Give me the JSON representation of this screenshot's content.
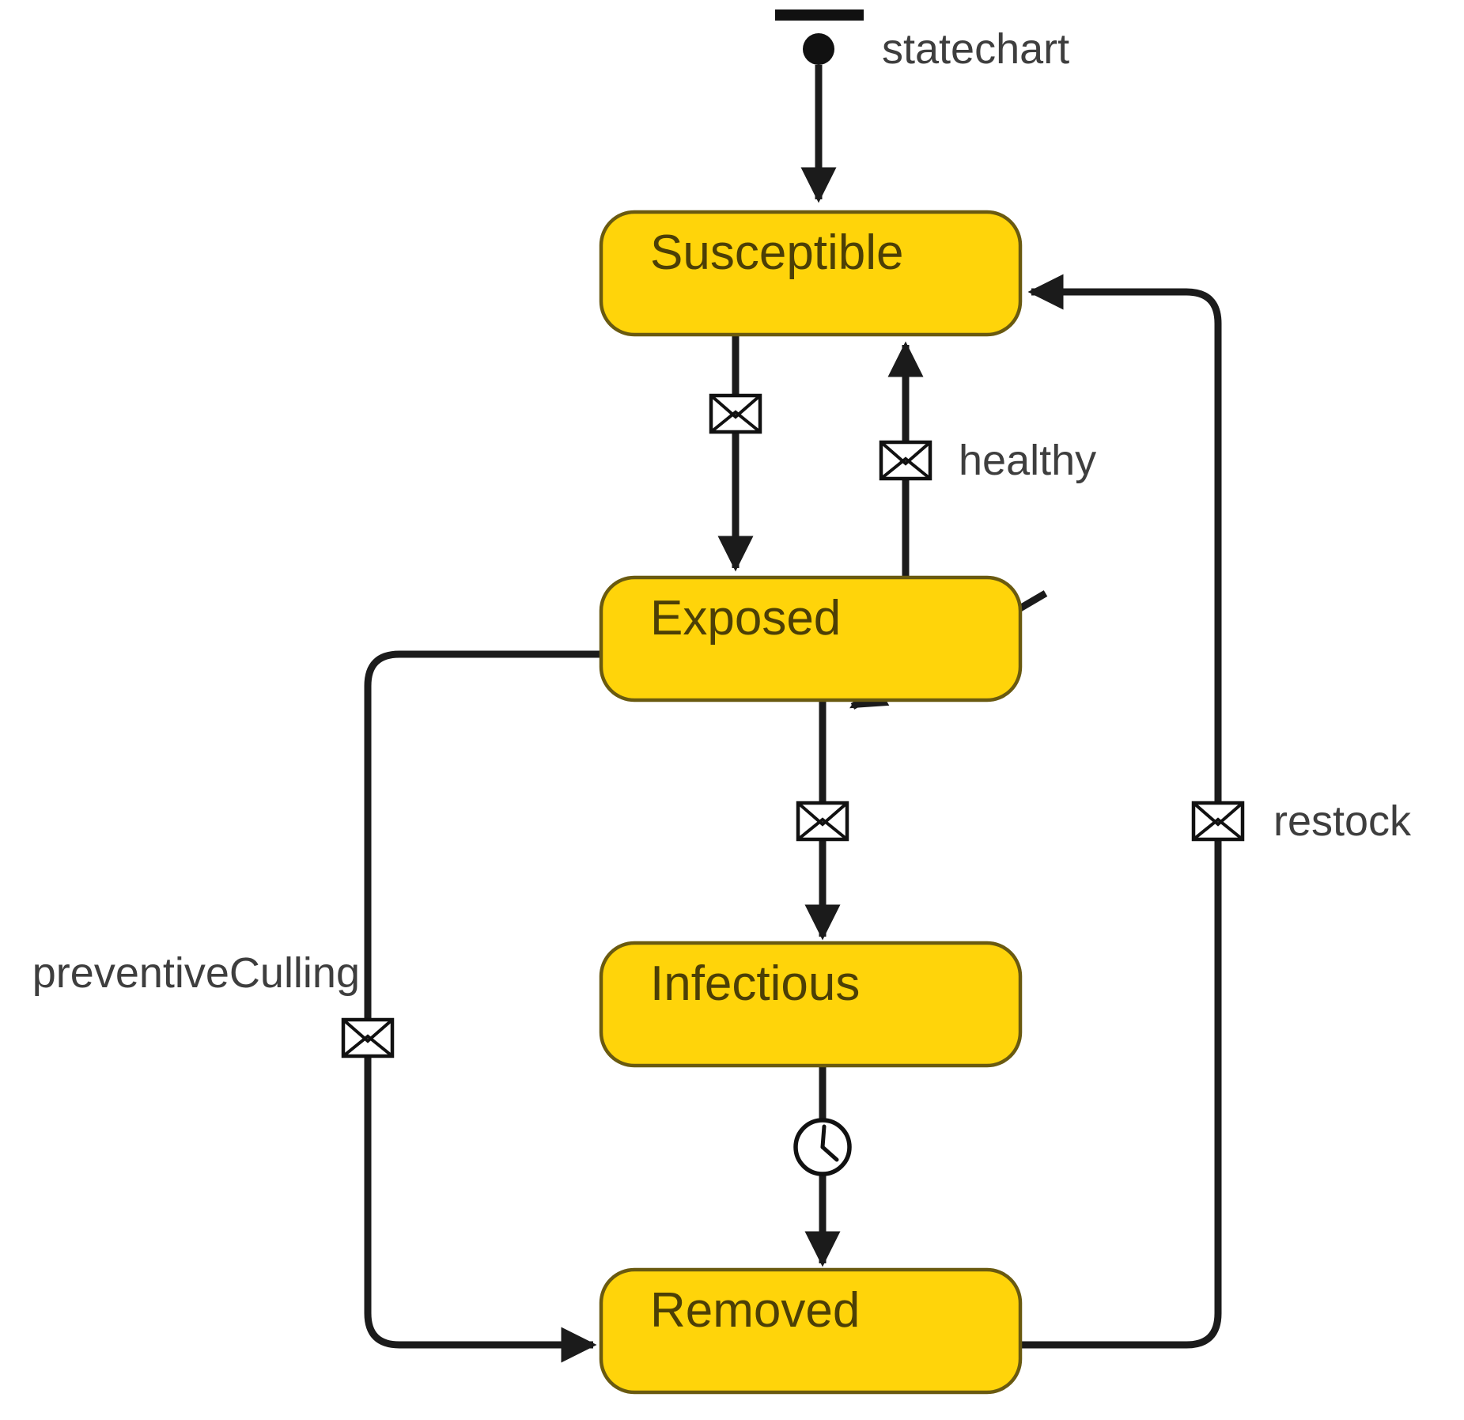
{
  "diagram": {
    "kind": "statechart",
    "name_label": "statechart",
    "states": [
      {
        "label": "Susceptible"
      },
      {
        "label": "Exposed"
      },
      {
        "label": "Infectious"
      },
      {
        "label": "Removed"
      }
    ],
    "transition_labels": {
      "healthy": "healthy",
      "restock": "restock",
      "preventive_culling": "preventiveCulling"
    },
    "icons": {
      "initial_state_marker": "filled-circle-with-top-bar",
      "message_trigger": "envelope",
      "timeout_trigger": "clock",
      "rate_trigger": "exponential-decay-curve"
    },
    "colors": {
      "state_fill": "#ffd40a",
      "state_border": "#6a5a10",
      "state_text": "#4c3f06",
      "line": "#1b1b1b",
      "label_text": "#3e3e3e",
      "icon_fill": "#ffffff"
    }
  }
}
